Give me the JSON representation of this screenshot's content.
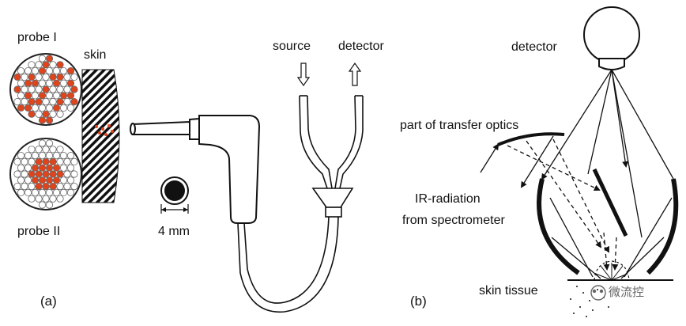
{
  "labels": {
    "probe1": "probe I",
    "probe2": "probe II",
    "skin": "skin",
    "diameter": "4 mm",
    "source": "source",
    "detector_a": "detector",
    "panel_a": "(a)",
    "detector_b": "detector",
    "transfer_optics": "part of transfer optics",
    "ir_radiation_1": "IR-radiation",
    "ir_radiation_2": "from spectrometer",
    "skin_tissue": "skin tissue",
    "panel_b": "(b)"
  },
  "watermark": "微流控",
  "colors": {
    "fiber_red": "#e0441c",
    "line": "#111111",
    "watermark": "#666666"
  }
}
